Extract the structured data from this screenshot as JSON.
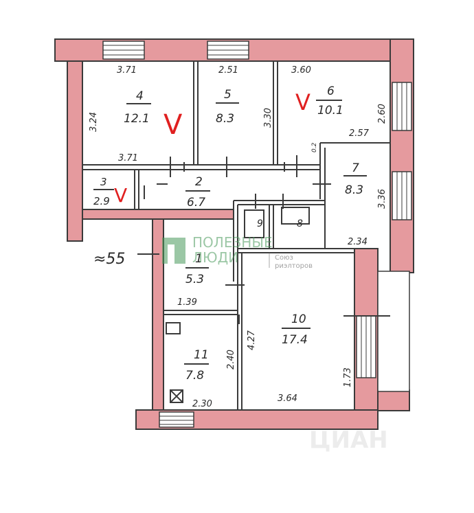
{
  "rooms": [
    {
      "num": "4",
      "area": "12.1"
    },
    {
      "num": "5",
      "area": "8.3"
    },
    {
      "num": "6",
      "area": "10.1"
    },
    {
      "num": "7",
      "area": "8.3"
    },
    {
      "num": "3",
      "area": "2.9"
    },
    {
      "num": "2",
      "area": "6.7"
    },
    {
      "num": "9",
      "area": ""
    },
    {
      "num": "8",
      "area": ""
    },
    {
      "num": "1",
      "area": "5.3"
    },
    {
      "num": "10",
      "area": "17.4"
    },
    {
      "num": "11",
      "area": "7.8"
    }
  ],
  "dimensions": [
    "3.71",
    "2.51",
    "3.60",
    "3.24",
    "3.30",
    "2.60",
    "2.57",
    "3.71",
    "3.36",
    "2.34",
    "1.39",
    "4.27",
    "1.73",
    "2.40",
    "2.30",
    "3.64",
    "0.2"
  ],
  "marks": [
    "V",
    "V",
    "V"
  ],
  "annotation": "≈55",
  "watermark": {
    "brand_line1": "ПОЛЕЗНЫЕ",
    "brand_line2": "ЛЮДИ",
    "sub_line1": "Союз",
    "sub_line2": "риэлторов",
    "corner": "ЦИАН"
  },
  "colors": {
    "wall_fill": "#e59a9e",
    "ink": "#3a3a3a",
    "marker": "#e02020",
    "logo_green": "#4a9a5c"
  }
}
